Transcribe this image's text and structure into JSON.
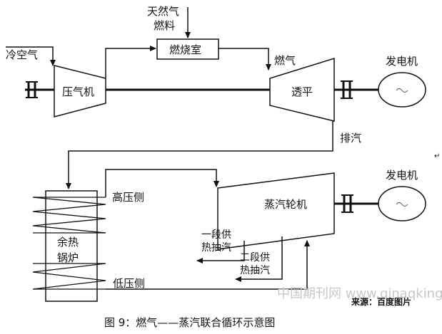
{
  "labels": {
    "natural_gas": "天然气",
    "fuel": "燃料",
    "combustor": "燃烧室",
    "cold_air": "冷空气",
    "compressor": "压气机",
    "combustion_gas": "燃气",
    "turbine": "透平",
    "generator_top": "发电机",
    "exhaust": "排汽",
    "generator_bottom": "发电机",
    "high_pressure_side": "高压侧",
    "steam_turbine": "蒸汽轮机",
    "hrsg_line1": "余热",
    "hrsg_line2": "锅炉",
    "stage1_line1": "一段供",
    "stage1_line2": "热抽汽",
    "stage2_line1": "二段供",
    "stage2_line2": "热抽汽",
    "low_pressure_side": "低压侧",
    "source": "来源：百度图片",
    "watermark": "中国期刊网 www.qinaqking.com",
    "edit_mark": "↵"
  },
  "caption": "图 9：燃气——蒸汽联合循环示意图"
}
